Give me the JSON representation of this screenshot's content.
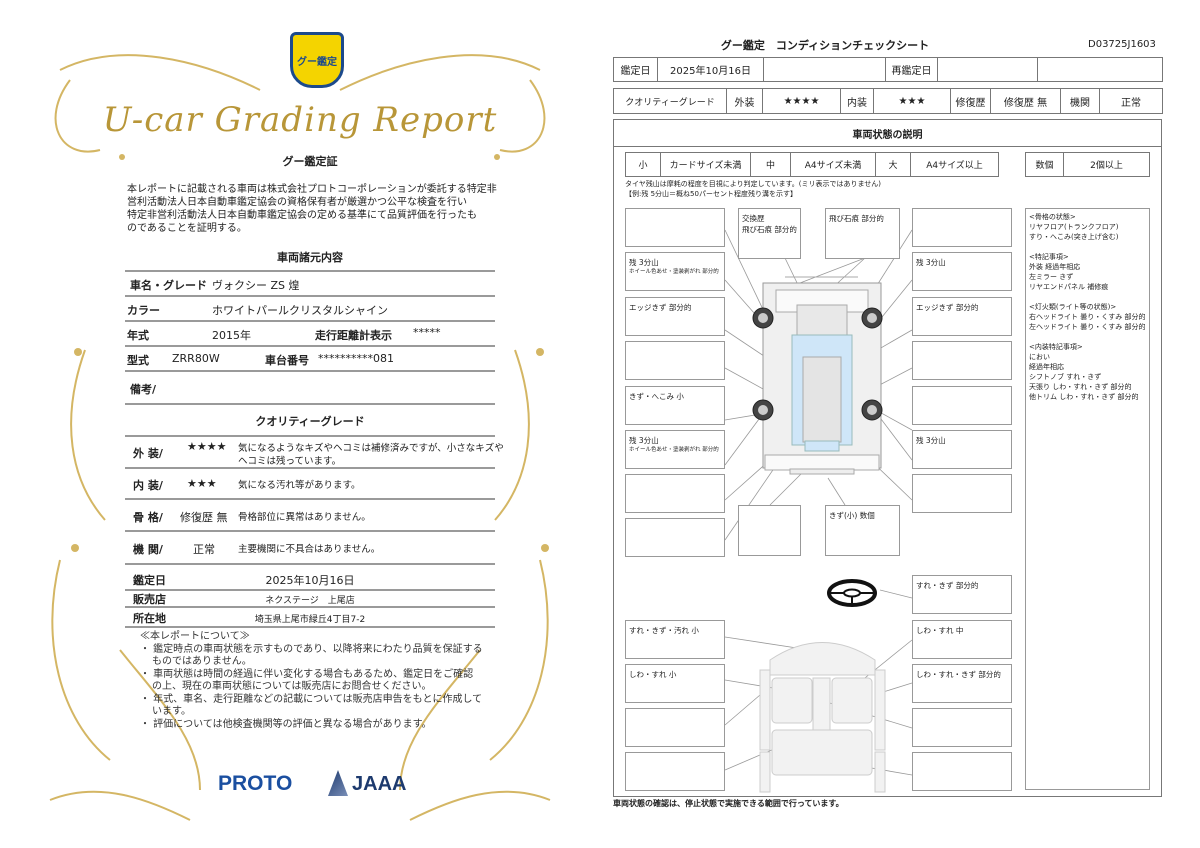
{
  "left": {
    "badge": "グー鑑定",
    "title": "U-car Grading Report",
    "cert_title": "グー鑑定証",
    "cert_text": [
      "本レポートに記載される車両は株式会社プロトコーポレーションが委託する特定非",
      "営利活動法人日本自動車鑑定協会の資格保有者が厳選かつ公平な検査を行い",
      "特定非営利活動法人日本自動車鑑定協会の定める基準にて品質評価を行ったも",
      "のであることを証明する。"
    ],
    "specs_title": "車両諸元内容",
    "specs": {
      "name_label": "車名・グレード",
      "name": "ヴォクシー ZS 煌",
      "color_label": "カラー",
      "color": "ホワイトパールクリスタルシャイン",
      "year_label": "年式",
      "year": "2015年",
      "mileage_label": "走行距離計表示",
      "mileage": "*****",
      "model_label": "型式",
      "model": "ZRR80W",
      "chassis_label": "車台番号",
      "chassis": "**********081",
      "remarks_label": "備考/"
    },
    "grade_title": "クオリティーグレード",
    "grades": [
      {
        "label": "外 装/",
        "value": "★★★★",
        "desc": [
          "気になるようなキズやヘコミは補修済みですが、小さなキズや",
          "ヘコミは残っています。"
        ]
      },
      {
        "label": "内 装/",
        "value": "★★★",
        "desc": [
          "気になる汚れ等があります。"
        ]
      },
      {
        "label": "骨 格/",
        "value": "修復歴 無",
        "desc": [
          "骨格部位に異常はありません。"
        ]
      },
      {
        "label": "機 関/",
        "value": "正常",
        "desc": [
          "主要機関に不具合はありません。"
        ]
      }
    ],
    "date_label": "鑑定日",
    "date": "2025年10月16日",
    "shop_label": "販売店",
    "shop": "ネクステージ　上尾店",
    "addr_label": "所在地",
    "addr": "埼玉県上尾市緑丘4丁目7-2",
    "notes_title": "≪本レポートについて≫",
    "notes": [
      [
        "・ 鑑定時点の車両状態を示すものであり、以降将来にわたり品質を保証する",
        "ものではありません。"
      ],
      [
        "・ 車両状態は時間の経過に伴い変化する場合もあるため、鑑定日をご確認",
        "の上、現在の車両状態については販売店にお問合せください。"
      ],
      [
        "・ 年式、車名、走行距離などの記載については販売店申告をもとに作成して",
        "います。"
      ],
      [
        "・ 評価については他検査機関等の評価と異なる場合があります。"
      ]
    ],
    "logo_proto": "PROTO",
    "logo_jaaa": "JAAA",
    "gold": "#c9a84a"
  },
  "right": {
    "title": "グー鑑定　コンディションチェックシート",
    "doc_id": "D03725J1603",
    "row1": [
      "鑑定日",
      "2025年10月16日",
      "",
      "再鑑定日",
      "",
      ""
    ],
    "row2": [
      "クオリティーグレード",
      "外装",
      "★★★★",
      "内装",
      "★★★",
      "修復歴",
      "修復歴 無",
      "機関",
      "正常"
    ],
    "section_title": "車両状態の説明",
    "sizes": [
      "小",
      "カードサイズ未満",
      "中",
      "A4サイズ未満",
      "大",
      "A4サイズ以上"
    ],
    "count": [
      "数個",
      "2個以上"
    ],
    "tire_note": [
      "タイヤ残山は摩耗の程度を目視により判定しています。(ミリ表示ではありません)",
      "【例:残 5分山＝概ね50パーセント程度残り溝を示す】"
    ],
    "boxes": {
      "left": [
        [
          ""
        ],
        [
          "残 3分山",
          "ホイール色あせ・塗装剥がれ 部分的"
        ],
        [
          "エッジきず 部分的"
        ],
        [
          ""
        ],
        [
          "きず・へこみ 小"
        ],
        [
          "残 3分山",
          "ホイール色あせ・塗装剥がれ 部分的"
        ],
        [
          ""
        ],
        [
          ""
        ]
      ],
      "right": [
        [
          ""
        ],
        [
          "残 3分山"
        ],
        [
          "エッジきず 部分的"
        ],
        [
          ""
        ],
        [
          ""
        ],
        [
          "残 3分山"
        ],
        [
          ""
        ]
      ],
      "top": [
        [
          "交換歴",
          "飛び石痕 部分的"
        ],
        [
          "飛び石痕 部分的"
        ]
      ],
      "bottom": [
        [
          ""
        ],
        [
          "きず(小) 数個"
        ]
      ],
      "steering": [
        "すれ・きず 部分的"
      ],
      "interior_left": [
        [
          "すれ・きず・汚れ 小"
        ],
        [
          "しわ・すれ 小"
        ],
        [
          ""
        ],
        [
          ""
        ]
      ],
      "interior_right": [
        [
          "しわ・すれ 中"
        ],
        [
          "しわ・すれ・きず 部分的"
        ],
        [
          ""
        ],
        [
          ""
        ]
      ]
    },
    "notes": [
      "<骨格の状態>",
      "リヤフロア(トランクフロア)",
      "すり・へこみ(突き上げ含む)",
      "",
      "<特記事項>",
      "外装 経過年相応",
      "左ミラー きず",
      "リヤエンドパネル 補修痕",
      "",
      "<灯火類(ライト等の状態)>",
      "右ヘッドライト 曇り・くすみ 部分的",
      "左ヘッドライト 曇り・くすみ 部分的",
      "",
      "<内装特記事項>",
      "におい",
      "経過年相応",
      "シフトノブ すれ・きず",
      "天張り しわ・すれ・きず 部分的",
      "他トリム しわ・すれ・きず 部分的"
    ],
    "footer": "車両状態の確認は、停止状態で実施できる範囲で行っています。"
  }
}
